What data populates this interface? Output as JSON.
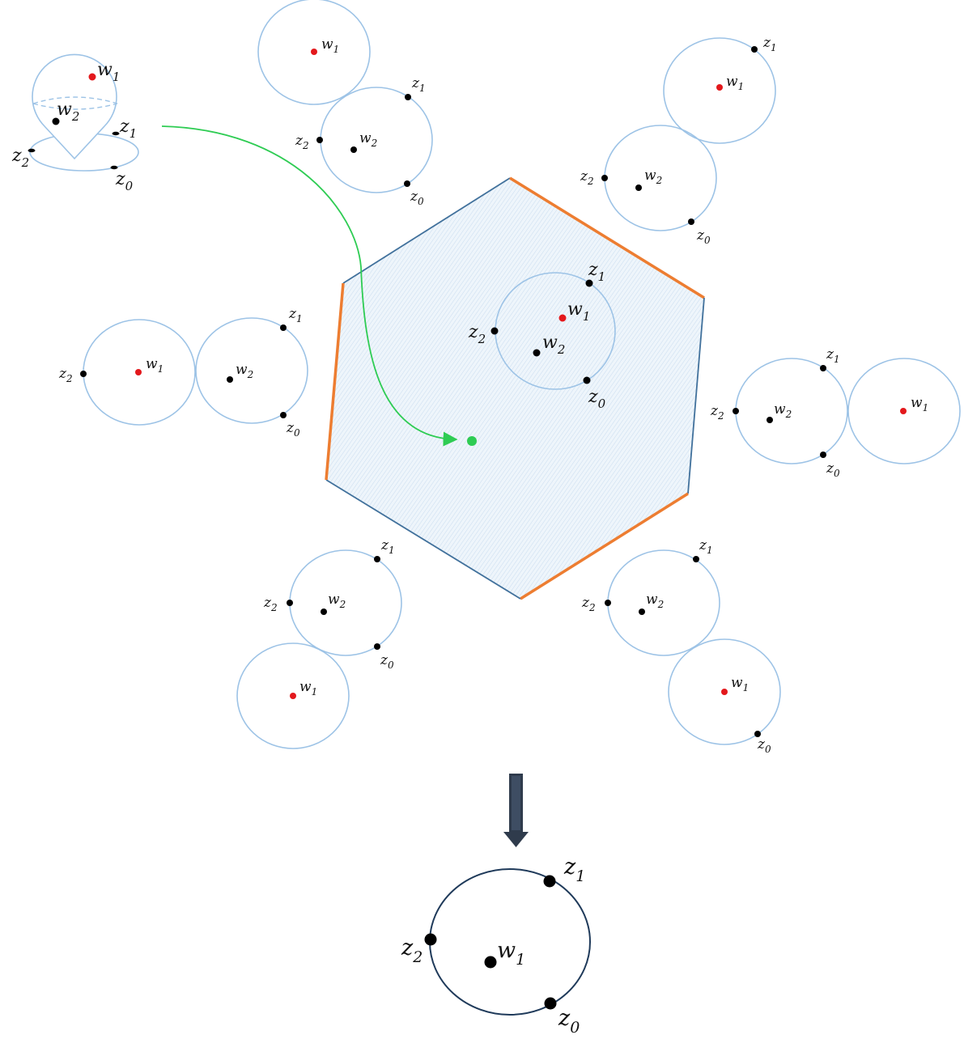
{
  "labels": {
    "w1": "w",
    "w2": "w",
    "z0": "z",
    "z1": "z",
    "z2": "z",
    "sub0": "0",
    "sub1": "1",
    "sub2": "2"
  },
  "colors": {
    "bubble_stroke": "#9dc3e6",
    "interior_point": "#e3181c",
    "marked_point": "#000000",
    "hexagon_fill": "#e8f1fa",
    "hexagon_edge_dark": "#41719c",
    "hexagon_edge_orange": "#ed7d31",
    "flow_arrow": "#2ecc53",
    "down_arrow": "#2f3b4c",
    "result_circle": "#1f3a5a"
  },
  "icons": {
    "flow_arrow": "curved-arrow-icon",
    "down_arrow": "down-arrow-icon"
  }
}
